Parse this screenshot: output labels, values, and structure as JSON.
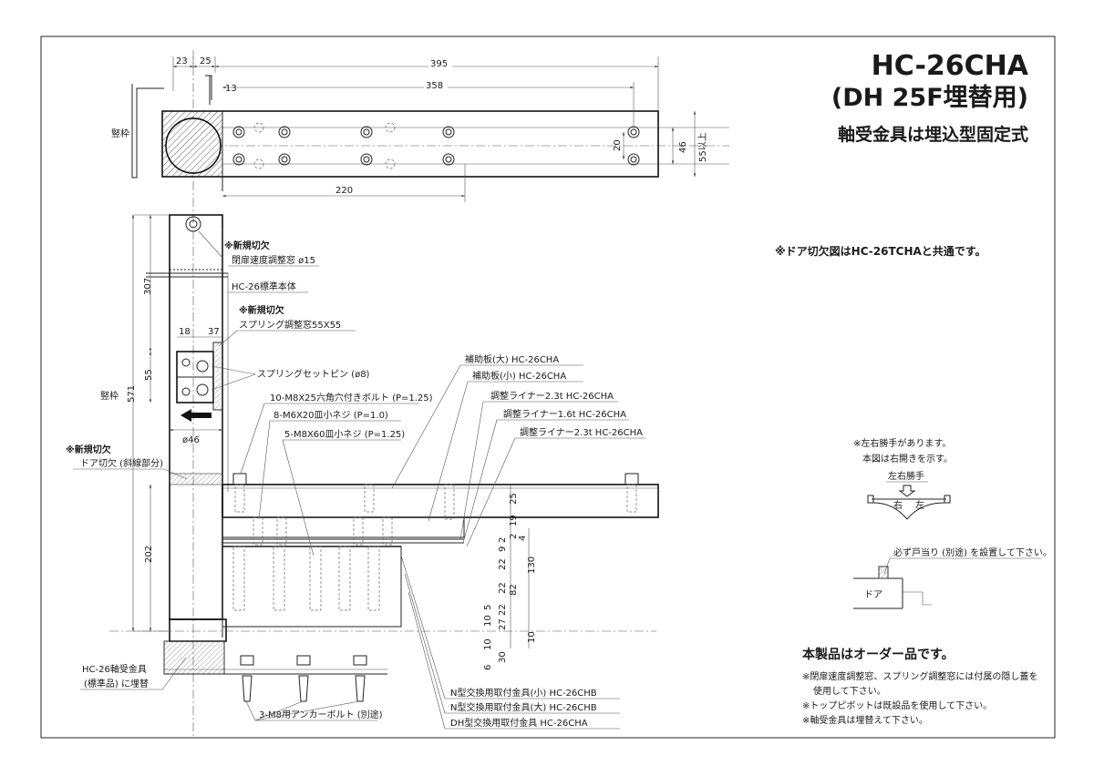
{
  "title": {
    "model": "HC-26CHA",
    "sub": "(DH 25F埋替用)",
    "desc": "軸受金具は埋込型固定式"
  },
  "door_note": "※ドア切欠図はHC-26TCHAと共通です。",
  "top_view": {
    "frame_label": "竪枠",
    "dims": {
      "d23": "23",
      "d25": "25",
      "d395": "395",
      "d13": "13",
      "d358": "358",
      "d20": "20",
      "d46": "46",
      "d55": "55以上",
      "d220": "220"
    }
  },
  "side_view": {
    "frame_label": "竪枠",
    "dims": {
      "d307": "307",
      "d571": "571",
      "d55": "55",
      "d202": "202",
      "d18": "18",
      "d37": "37",
      "d46": "ø46",
      "r25": "25",
      "r19": "19",
      "r4": "4",
      "r2": "2",
      "r9": "9",
      "r2b": "2",
      "r22a": "22",
      "r22b": "22",
      "r22c": "22",
      "r5": "5",
      "r10": "10",
      "r27": "27",
      "r130": "130",
      "r82": "82",
      "r10b": "10",
      "r6": "6",
      "r30": "30",
      "r10c": "10"
    },
    "labels": {
      "new_cut1": "※新規切欠",
      "speed_window": "閉扉速度調整窓 ø15",
      "body": "HC-26標準本体",
      "new_cut2": "※新規切欠",
      "spring_window": "スプリング調整窓55X55",
      "spring_pin": "スプリングセットピン (ø8)",
      "bolt10": "10-M8X25六角穴付きボルト (P=1.25)",
      "screw8": "8-M6X20皿小ネジ (P=1.0)",
      "screw5": "5-M8X60皿小ネジ (P=1.25)",
      "new_cut3": "※新規切欠",
      "door_cut": "ドア切欠 (斜線部分)",
      "plate_large": "補助板(大) HC-26CHA",
      "plate_small": "補助板(小) HC-26CHA",
      "liner1": "調整ライナー2.3t HC-26CHA",
      "liner2": "調整ライナー1.6t HC-26CHA",
      "liner3": "調整ライナー2.3t HC-26CHA",
      "bearing": "HC-26軸受金具",
      "bearing2": "(標準品) に埋替",
      "anchor": "3-M8用アンカーボルト (別途)",
      "n_small": "N型交換用取付金具(小) HC-26CHB",
      "n_large": "N型交換用取付金具(大) HC-26CHB",
      "dh": "DH型交換用取付金具 HC-26CHA"
    }
  },
  "hand_note": {
    "line1": "※左右勝手があります。",
    "line2": "本図は右開きを示す。",
    "hand_label": "左右勝手",
    "right": "右",
    "left": "左"
  },
  "stop_note": {
    "text": "必ず戸当り (別途) を設置して下さい。",
    "door": "ドア"
  },
  "order_note": {
    "heading": "本製品はオーダー品です。",
    "n1": "※閉扉速度調整窓、スプリング調整窓には付属の隠し蓋を",
    "n1b": "使用して下さい。",
    "n2": "※トップピボットは既設品を使用して下さい。",
    "n3": "※軸受金具は埋替えて下さい。"
  }
}
